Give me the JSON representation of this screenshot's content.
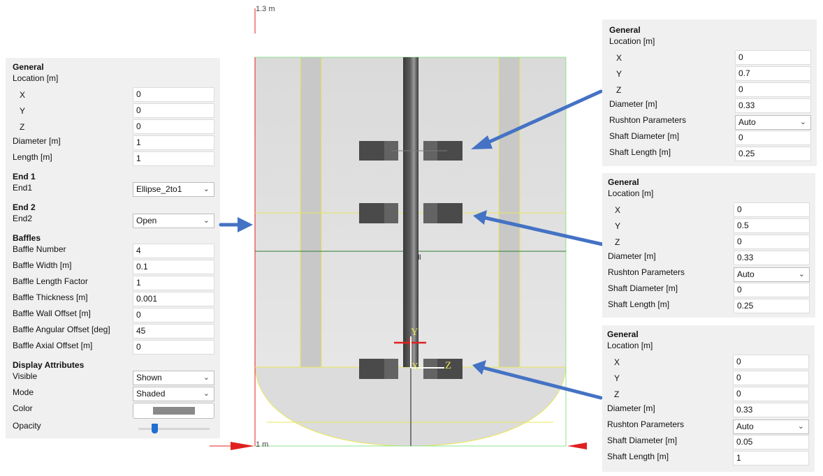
{
  "tank": {
    "general": {
      "header": "General",
      "location_label": "Location [m]",
      "x": {
        "label": "X",
        "value": "0"
      },
      "y": {
        "label": "Y",
        "value": "0"
      },
      "z": {
        "label": "Z",
        "value": "0"
      },
      "diameter": {
        "label": "Diameter [m]",
        "value": "1"
      },
      "length": {
        "label": "Length [m]",
        "value": "1"
      }
    },
    "end1": {
      "header": "End 1",
      "label": "End1",
      "value": "Ellipse_2to1"
    },
    "end2": {
      "header": "End 2",
      "label": "End2",
      "value": "Open"
    },
    "baffles": {
      "header": "Baffles",
      "number": {
        "label": "Baffle Number",
        "value": "4"
      },
      "width": {
        "label": "Baffle Width [m]",
        "value": "0.1"
      },
      "length_factor": {
        "label": "Baffle Length Factor",
        "value": "1"
      },
      "thickness": {
        "label": "Baffle Thickness [m]",
        "value": "0.001"
      },
      "wall_offset": {
        "label": "Baffle Wall Offset [m]",
        "value": "0"
      },
      "angular_offset": {
        "label": "Baffle Angular Offset [deg]",
        "value": "45"
      },
      "axial_offset": {
        "label": "Baffle Axial Offset [m]",
        "value": "0"
      }
    },
    "display": {
      "header": "Display Attributes",
      "visible": {
        "label": "Visible",
        "value": "Shown"
      },
      "mode": {
        "label": "Mode",
        "value": "Shaded"
      },
      "color": {
        "label": "Color",
        "value": "#898989"
      },
      "opacity": {
        "label": "Opacity",
        "level": 0.2
      }
    }
  },
  "impellers": [
    {
      "header": "General",
      "location_label": "Location [m]",
      "x": {
        "label": "X",
        "value": "0"
      },
      "y": {
        "label": "Y",
        "value": "0.7"
      },
      "z": {
        "label": "Z",
        "value": "0"
      },
      "diameter": {
        "label": "Diameter [m]",
        "value": "0.33"
      },
      "rushton": {
        "label": "Rushton Parameters",
        "value": "Auto"
      },
      "shaft_diameter": {
        "label": "Shaft Diameter [m]",
        "value": "0"
      },
      "shaft_length": {
        "label": "Shaft Length [m]",
        "value": "0.25"
      }
    },
    {
      "header": "General",
      "location_label": "Location [m]",
      "x": {
        "label": "X",
        "value": "0"
      },
      "y": {
        "label": "Y",
        "value": "0.5"
      },
      "z": {
        "label": "Z",
        "value": "0"
      },
      "diameter": {
        "label": "Diameter [m]",
        "value": "0.33"
      },
      "rushton": {
        "label": "Rushton Parameters",
        "value": "Auto"
      },
      "shaft_diameter": {
        "label": "Shaft Diameter [m]",
        "value": "0"
      },
      "shaft_length": {
        "label": "Shaft Length [m]",
        "value": "0.25"
      }
    },
    {
      "header": "General",
      "location_label": "Location [m]",
      "x": {
        "label": "X",
        "value": "0"
      },
      "y": {
        "label": "Y",
        "value": "0"
      },
      "z": {
        "label": "Z",
        "value": "0"
      },
      "diameter": {
        "label": "Diameter [m]",
        "value": "0.33"
      },
      "rushton": {
        "label": "Rushton Parameters",
        "value": "Auto"
      },
      "shaft_diameter": {
        "label": "Shaft Diameter [m]",
        "value": "0.05"
      },
      "shaft_length": {
        "label": "Shaft Length [m]",
        "value": "1"
      }
    }
  ],
  "viewport": {
    "top_ruler": "1.3 m",
    "bottom_ruler": "1 m",
    "fill_label": "Fill",
    "axis_y": "Y",
    "axis_x": "X",
    "axis_z": "Z"
  },
  "colors": {
    "arrow": "#4472c4",
    "outline_yellow": "#e8e85a",
    "outline_green": "#90e090",
    "ruler_red": "#e02020",
    "panel_bg": "#f0f0f0"
  }
}
